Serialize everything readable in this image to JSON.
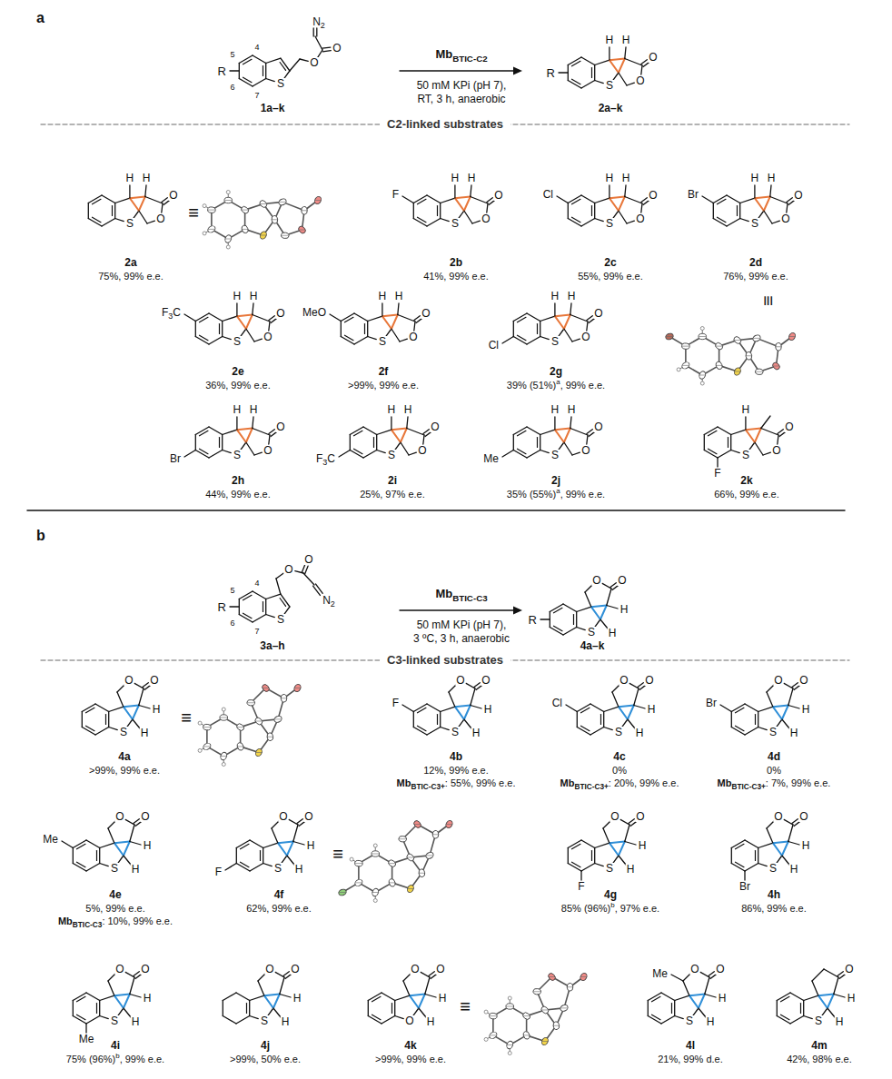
{
  "diagram": {
    "labels": [
      "a",
      "R",
      "4",
      "5",
      "6",
      "7",
      "S",
      "O",
      "O",
      "N",
      "2",
      "Mb",
      "BTIC-C2",
      "50 mM KPi (pH 7),",
      "RT, 3 h, anaerobic",
      "1a–k",
      "H",
      "H",
      "O",
      "O",
      "S",
      "R",
      "2a–k",
      "C2-linked substrates",
      "H",
      "H",
      "O",
      "O",
      "S",
      "≡",
      "2a",
      "75%, 99% e.e.",
      "H",
      "H",
      "O",
      "O",
      "S",
      "F",
      "2b",
      "41%, 99% e.e.",
      "H",
      "H",
      "O",
      "O",
      "S",
      "Cl",
      "2c",
      "55%, 99% e.e.",
      "H",
      "H",
      "O",
      "O",
      "S",
      "Br",
      "2d",
      "76%, 99% e.e.",
      "≡",
      "H",
      "H",
      "O",
      "O",
      "S",
      "F",
      "3",
      "C",
      "2e",
      "36%, 99% e.e.",
      "H",
      "H",
      "O",
      "O",
      "S",
      "MeO",
      "2f",
      ">99%, 99% e.e.",
      "H",
      "H",
      "O",
      "O",
      "S",
      "Cl",
      "2g",
      "39% (51%)",
      "a",
      ", 99% e.e.",
      "H",
      "H",
      "O",
      "O",
      "S",
      "Br",
      "2h",
      "44%, 99% e.e.",
      "H",
      "H",
      "O",
      "O",
      "S",
      "F",
      "3",
      "C",
      "2i",
      "25%, 97% e.e.",
      "H",
      "H",
      "O",
      "O",
      "S",
      "Me",
      "2j",
      "35% (55%)",
      "a",
      ", 99% e.e.",
      "H",
      "O",
      "O",
      "S",
      "F",
      "2k",
      "66%, 99% e.e.",
      "b",
      "R",
      "4",
      "5",
      "6",
      "7",
      "S",
      "O",
      "O",
      "N",
      "2",
      "Mb",
      "BTIC-C3",
      "50 mM KPi (pH 7),",
      "3 ºC, 3 h, anaerobic",
      "3a–h",
      "O",
      "O",
      "H",
      "H",
      "S",
      "R",
      "4a–k",
      "C3-linked substrates",
      "O",
      "O",
      "H",
      "H",
      "S",
      "≡",
      "4a",
      ">99%, 99% e.e.",
      "O",
      "O",
      "H",
      "H",
      "S",
      "F",
      "4b",
      "12%, 99% e.e.",
      "Mb",
      "BTIC-C3+",
      ": 55%, 99% e.e.",
      "O",
      "O",
      "H",
      "H",
      "S",
      "Cl",
      "4c",
      "0%",
      "Mb",
      "BTIC-C3+",
      ": 20%, 99% e.e.",
      "O",
      "O",
      "H",
      "H",
      "S",
      "Br",
      "4d",
      "0%",
      "Mb",
      "BTIC-C3+",
      ": 7%, 99% e.e.",
      "O",
      "O",
      "H",
      "H",
      "S",
      "Me",
      "4e",
      "5%, 99% e.e.",
      "Mb",
      "BTIC-C3",
      ": 10%, 99% e.e.",
      "O",
      "O",
      "H",
      "H",
      "S",
      "F",
      "4f",
      "62%, 99% e.e.",
      "≡",
      "O",
      "O",
      "H",
      "H",
      "S",
      "F",
      "4g",
      "85% (96%)",
      "b",
      ", 97% e.e.",
      "O",
      "O",
      "H",
      "H",
      "S",
      "Br",
      "4h",
      "86%, 99% e.e.",
      "O",
      "O",
      "H",
      "H",
      "S",
      "Me",
      "4i",
      "75% (96%)",
      "b",
      ", 99% e.e.",
      "O",
      "O",
      "H",
      "H",
      "S",
      "4j",
      ">99%, 50% e.e.",
      "O",
      "O",
      "H",
      "H",
      "O",
      "4k",
      ">99%, 99% e.e.",
      "≡",
      "O",
      "O",
      "H",
      "H",
      "S",
      "Me",
      "4l",
      "21%, 99% d.e.",
      "O",
      "H",
      "H",
      "S",
      "4m",
      "42%, 98% e.e."
    ]
  }
}
